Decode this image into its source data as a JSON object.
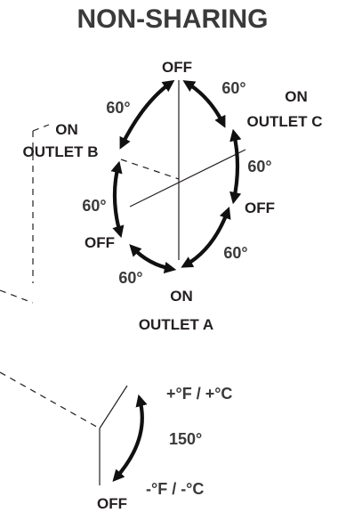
{
  "title": "NON-SHARING",
  "top": {
    "off": "OFF",
    "on": "ON",
    "outlet_a": "OUTLET A",
    "outlet_b": "OUTLET B",
    "outlet_c": "OUTLET C",
    "angles": [
      "60°",
      "60°",
      "60°",
      "60°",
      "60°",
      "60°"
    ]
  },
  "bottom": {
    "plus": "+°F / +°C",
    "minus": "-°F / -°C",
    "angle": "150°",
    "off": "OFF"
  }
}
